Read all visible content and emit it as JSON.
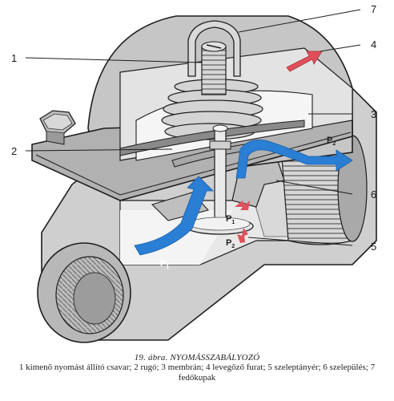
{
  "diagram": {
    "part_numbers": [
      "1",
      "2",
      "3",
      "4",
      "5",
      "6",
      "7"
    ],
    "pressure_labels": {
      "p1_main": "P",
      "p1_main_sub": "1",
      "p1_valve": "P",
      "p1_valve_sub": "1",
      "p2_outlet": "P",
      "p2_outlet_sub": "2",
      "p2_valve": "P",
      "p2_valve_sub": "2"
    },
    "colors": {
      "body_gray": "#c9c9c9",
      "body_dark": "#8f8f8f",
      "cut_face": "#e6e6e6",
      "flow_blue": "#2a7fd4",
      "vent_red": "#e0505a",
      "outline": "#1e1e1e"
    }
  },
  "caption": {
    "title": "19. ábra. NYOMÁSSZABÁLYOZÓ",
    "text": "1 kimenő nyomást állító csavar; 2 rugó; 3 membrán; 4 levegőző furat; 5 szeleptányér; 6 szelepülés; 7 fedőkupak"
  }
}
